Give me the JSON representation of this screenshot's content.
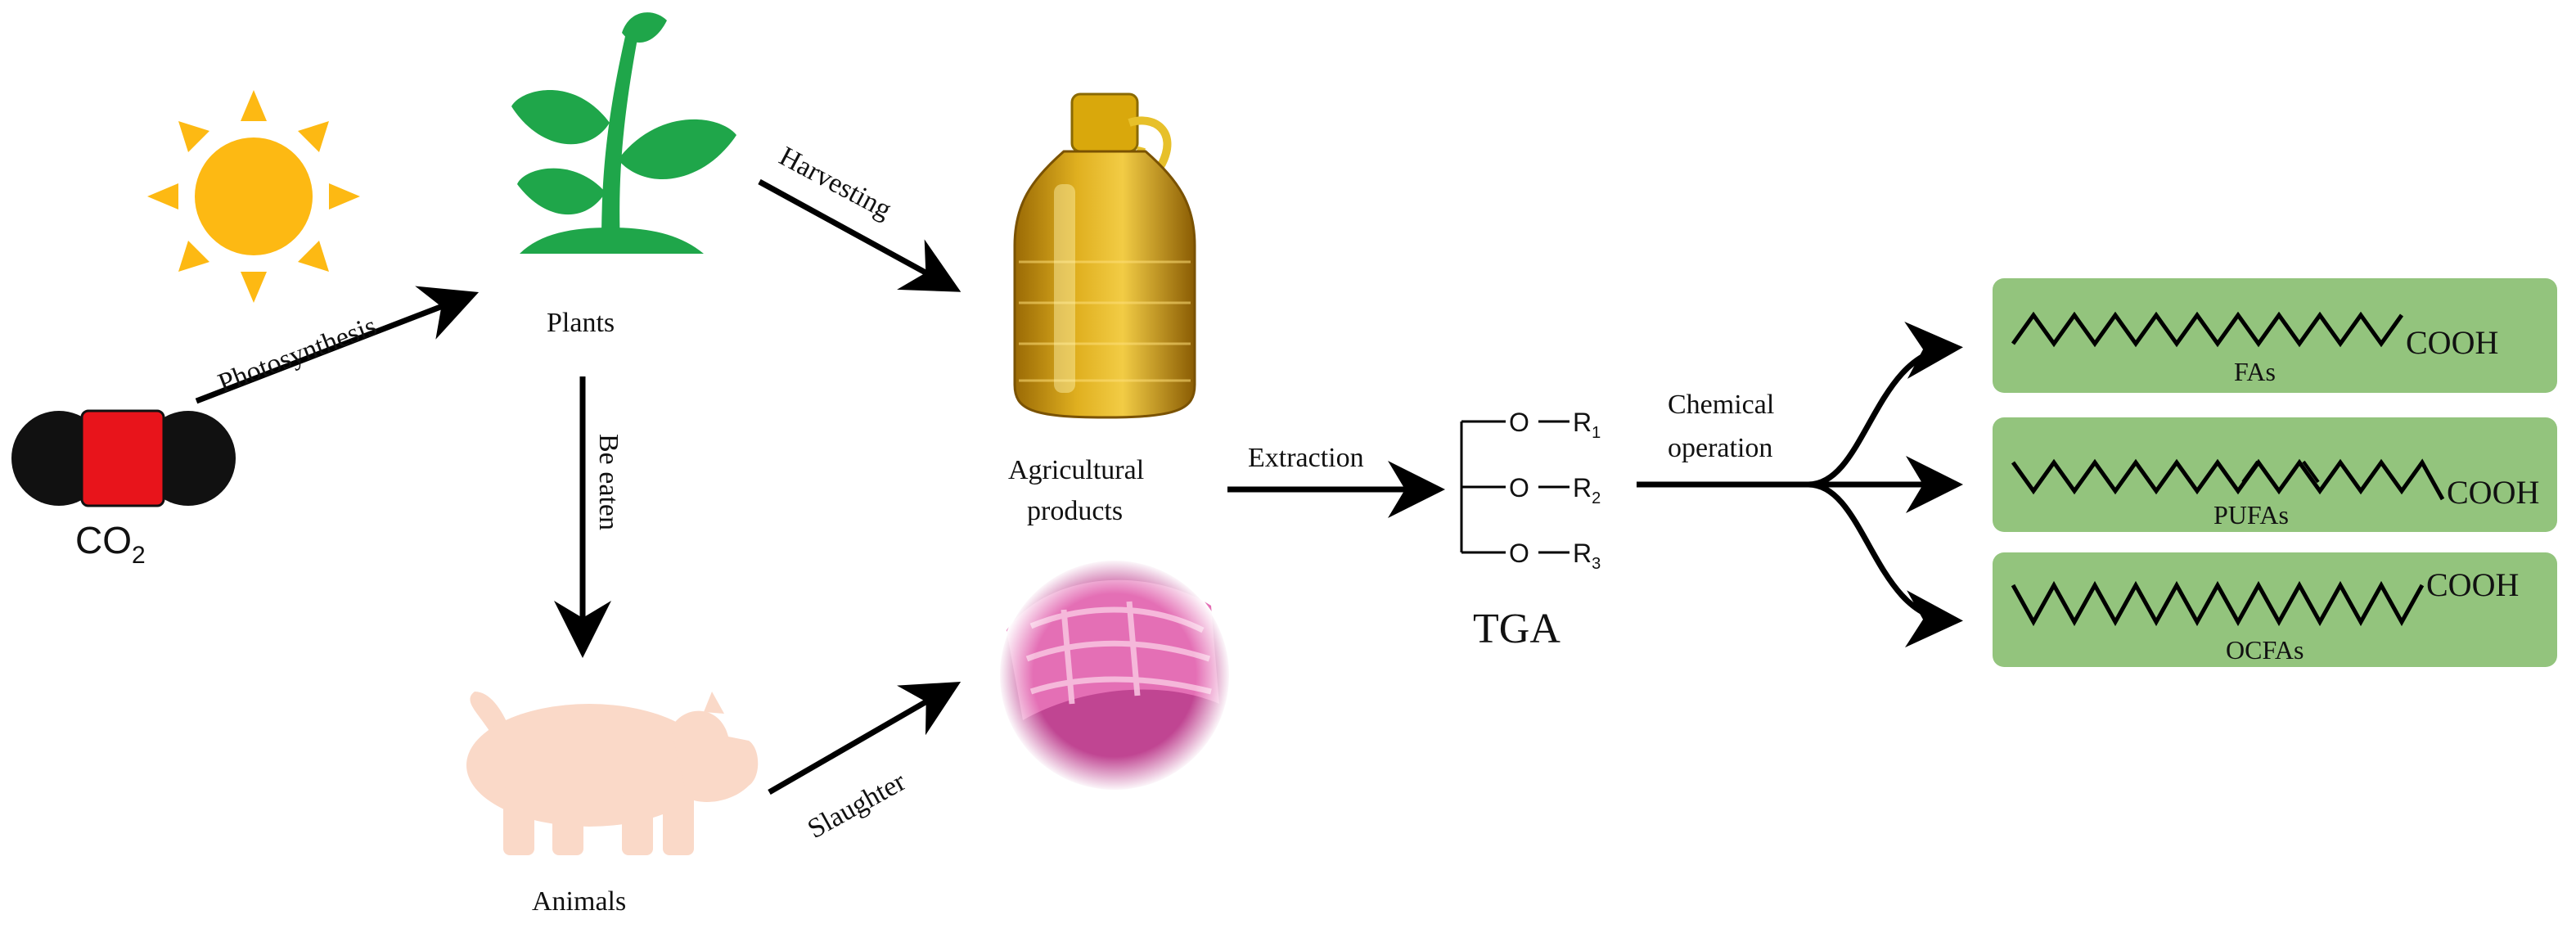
{
  "labels": {
    "co2": "CO",
    "co2_subscript": "2",
    "photosynthesis": "Photosynthesis",
    "plants": "Plants",
    "be_eaten": "Be eaten",
    "animals": "Animals",
    "harvesting": "Harvesting",
    "slaughter": "Slaughter",
    "agricultural_products_line1": "Agricultural",
    "agricultural_products_line2": "products",
    "extraction": "Extraction",
    "tga": "TGA",
    "chemical_operation_line1": "Chemical",
    "chemical_operation_line2": "operation"
  },
  "tga_structure": {
    "groups": [
      {
        "o": "O",
        "r": "R",
        "sub": "1"
      },
      {
        "o": "O",
        "r": "R",
        "sub": "2"
      },
      {
        "o": "O",
        "r": "R",
        "sub": "3"
      }
    ]
  },
  "products": [
    {
      "name": "FAs",
      "acid_group": "COOH"
    },
    {
      "name": "PUFAs",
      "acid_group": "COOH"
    },
    {
      "name": "OCFAs",
      "acid_group": "COOH"
    }
  ],
  "colors": {
    "sun": "#FDB913",
    "plant": "#1FA64A",
    "co2_carbon": "#E8141B",
    "co2_oxygen": "#111111",
    "pig": "#FAD9C8",
    "oil": "#C9960E",
    "meat": "#D24FA0",
    "product_box": "#93C47D"
  },
  "icons": [
    "sun-icon",
    "plant-icon",
    "co2-molecule-icon",
    "pig-icon",
    "oil-bottle-icon",
    "meat-icon"
  ]
}
